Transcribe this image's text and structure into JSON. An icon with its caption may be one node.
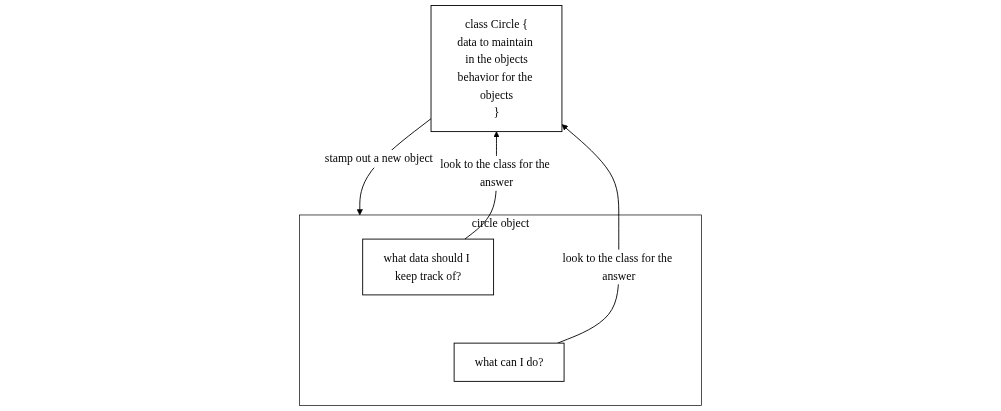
{
  "diagram": {
    "nodes": [
      {
        "text": [
          "class Circle {",
          "data to maintain in the objects",
          "behavior for the objects",
          "}"
        ]
      },
      {
        "text": [
          "circle object"
        ]
      },
      {
        "text": [
          "what data should I keep track of?"
        ],
        "in": 1
      },
      {
        "text": [
          "what can I do?"
        ],
        "in": 1
      }
    ],
    "edges": [
      {
        "from": 0,
        "to": 1,
        "arrow": "to",
        "label": "stamp out a new object"
      },
      {
        "from": 2,
        "to": 0,
        "arrow": "to",
        "label": "look to the class for the answer"
      },
      {
        "from": 3,
        "to": 0,
        "arrow": "to",
        "label": "look to the class for the answer"
      }
    ]
  }
}
